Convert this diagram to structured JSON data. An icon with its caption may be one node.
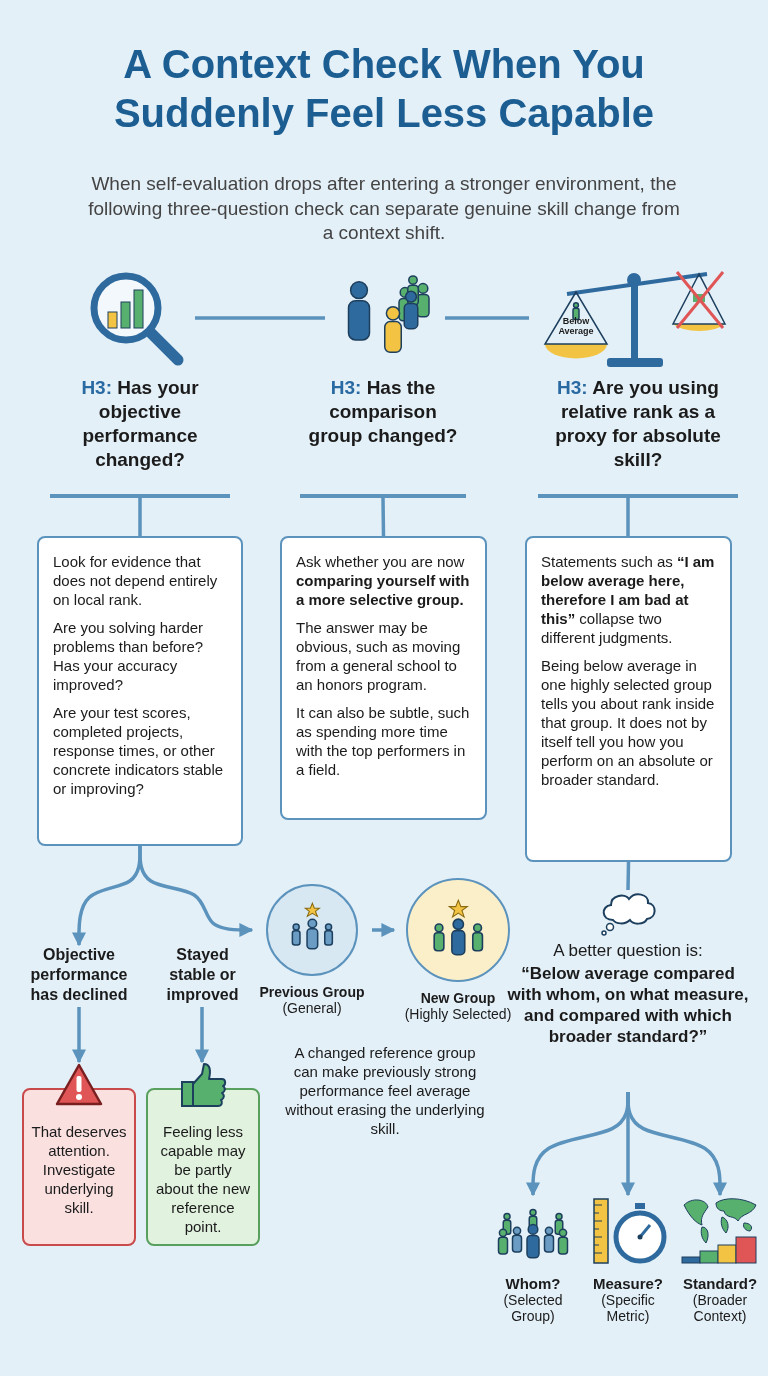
{
  "diagram": {
    "title": "A Context Check When You Suddenly Feel Less Capable",
    "caption": "When self-evaluation drops after entering a stronger environment, the following three-question check can separate genuine skill change from a context shift.",
    "nodes": [
      {
        "text": [],
        "shape": "picture"
      },
      {
        "text": [],
        "shape": "picture"
      },
      {
        "text": [
          "Below Average"
        ]
      },
      {
        "text": [
          "H3:",
          "Has your objective performance changed?"
        ]
      },
      {
        "text": [
          "H3:",
          "Has the comparison group changed?"
        ]
      },
      {
        "text": [
          "H3:",
          "Are you using relative rank as a proxy for absolute skill?"
        ]
      },
      {
        "text": [
          "Look for evidence that does not depend entirely on local rank.",
          "Are you solving harder problems than before? Has your accuracy improved?",
          "Are your test scores, completed projects, response times, or other concrete indicators stable or improving?"
        ]
      },
      {
        "text": [
          "Ask whether you are now **comparing yourself with a more selective group.**",
          "The answer may be obvious, such as moving from a general school to an honors program.",
          "It can also be subtle, such as spending more time with the top performers in a field."
        ]
      },
      {
        "text": [
          "Statements such as **“I am below average here, therefore I am bad at this”** collapse two different judgments.",
          "Being below average in one highly selected group tells you about rank inside that group. It does not by itself tell you how you perform on an absolute or broader standard."
        ]
      },
      {
        "text": [
          "Objective performance has declined"
        ]
      },
      {
        "text": [
          "Stayed stable or improved"
        ]
      },
      {
        "text": [
          "That deserves attention. Investigate underlying skill."
        ]
      },
      {
        "text": [
          "Feeling less capable may be partly about the new reference point."
        ]
      },
      {
        "text": [
          "Previous Group",
          "(General)"
        ]
      },
      {
        "text": [
          "New Group",
          "(Highly Selected)"
        ]
      },
      {
        "text": [],
        "shape": "cloud"
      },
      {
        "text": [
          "A better question is:",
          "“Below average compared with whom, on what measure, and compared with which broader standard?”"
        ]
      },
      {
        "text": [
          "Whom?",
          "(Selected Group)"
        ]
      },
      {
        "text": [
          "Measure?",
          "(Specific Metric)"
        ]
      },
      {
        "text": [
          "Standard?",
          "(Broader Context)"
        ]
      }
    ],
    "edges": [
      {
        "from": 0,
        "to": 1,
        "arrow": "none"
      },
      {
        "from": 1,
        "to": 2,
        "arrow": "none"
      },
      {
        "from": 3,
        "to": 6,
        "arrow": "none"
      },
      {
        "from": 4,
        "to": 7,
        "arrow": "none"
      },
      {
        "from": 5,
        "to": 8,
        "arrow": "none"
      },
      {
        "from": 6,
        "to": 9,
        "arrow": "to"
      },
      {
        "from": 6,
        "to": 13,
        "arrow": "to"
      },
      {
        "from": 9,
        "to": 11,
        "arrow": "to"
      },
      {
        "from": 10,
        "to": 12,
        "arrow": "to"
      },
      {
        "from": 13,
        "to": 14,
        "arrow": "to"
      },
      {
        "from": 8,
        "to": 15,
        "arrow": "none"
      },
      {
        "from": 16,
        "to": 17,
        "arrow": "to"
      },
      {
        "from": 16,
        "to": 18,
        "arrow": "to"
      },
      {
        "from": 16,
        "to": 19,
        "arrow": "to"
      }
    ],
    "labels": [
      "A changed reference group can make previously strong performance feel average without erasing the underlying skill."
    ]
  }
}
